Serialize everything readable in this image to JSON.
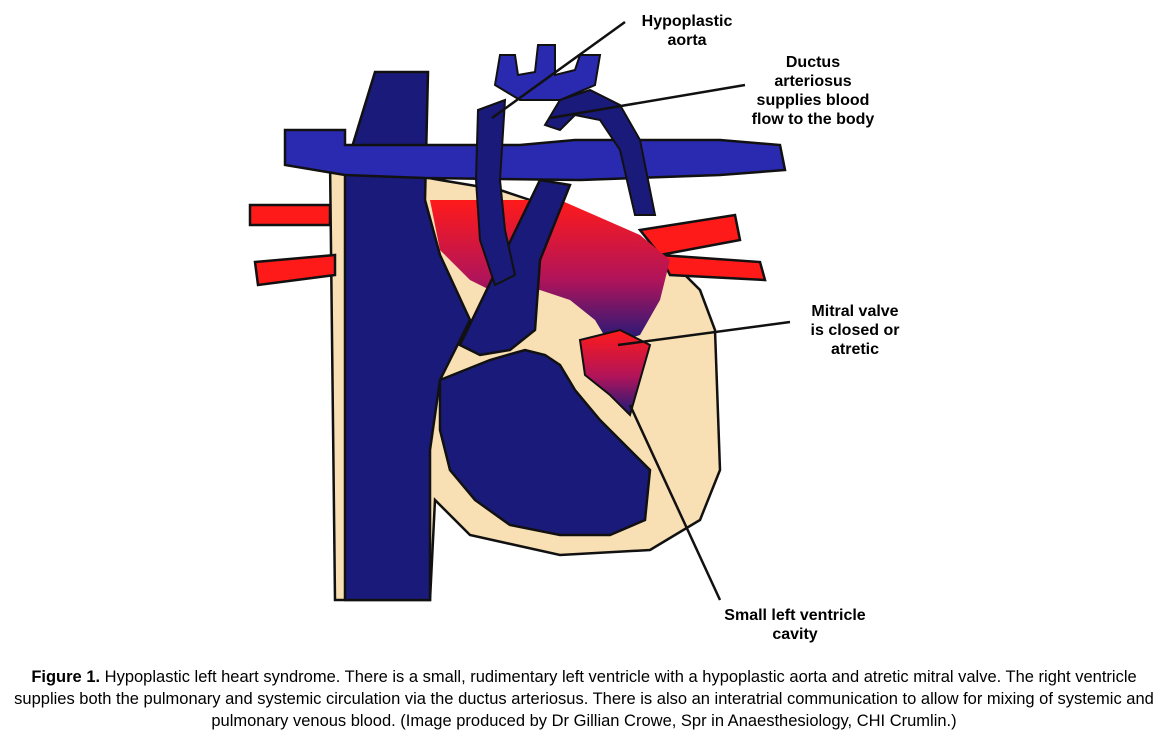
{
  "labels": {
    "aorta": [
      "Hypoplastic",
      "aorta"
    ],
    "ductus": [
      "Ductus",
      "arteriosus",
      "supplies blood",
      "flow to the body"
    ],
    "mitral": [
      "Mitral valve",
      "is closed or",
      "atretic"
    ],
    "lv": [
      "Small left ventricle",
      "cavity"
    ]
  },
  "caption": {
    "prefix": "Figure 1.",
    "text": " Hypoplastic left heart syndrome. There is a small, rudimentary left ventricle with a hypoplastic aorta and atretic mitral valve. The right ventricle supplies both the pulmonary and systemic circulation via the ductus arteriosus. There is also an interatrial communication to allow for mixing of systemic and pulmonary venous blood. (Image produced by Dr Gillian Crowe, Spr in Anaesthesiology, CHI Crumlin.)"
  },
  "colors": {
    "deoxygenated": "#1a1a7a",
    "vessel_blue": "#2a2ab0",
    "oxygenated": "#ff1a1a",
    "tissue": "#f8dfb4",
    "outline": "#111111"
  }
}
